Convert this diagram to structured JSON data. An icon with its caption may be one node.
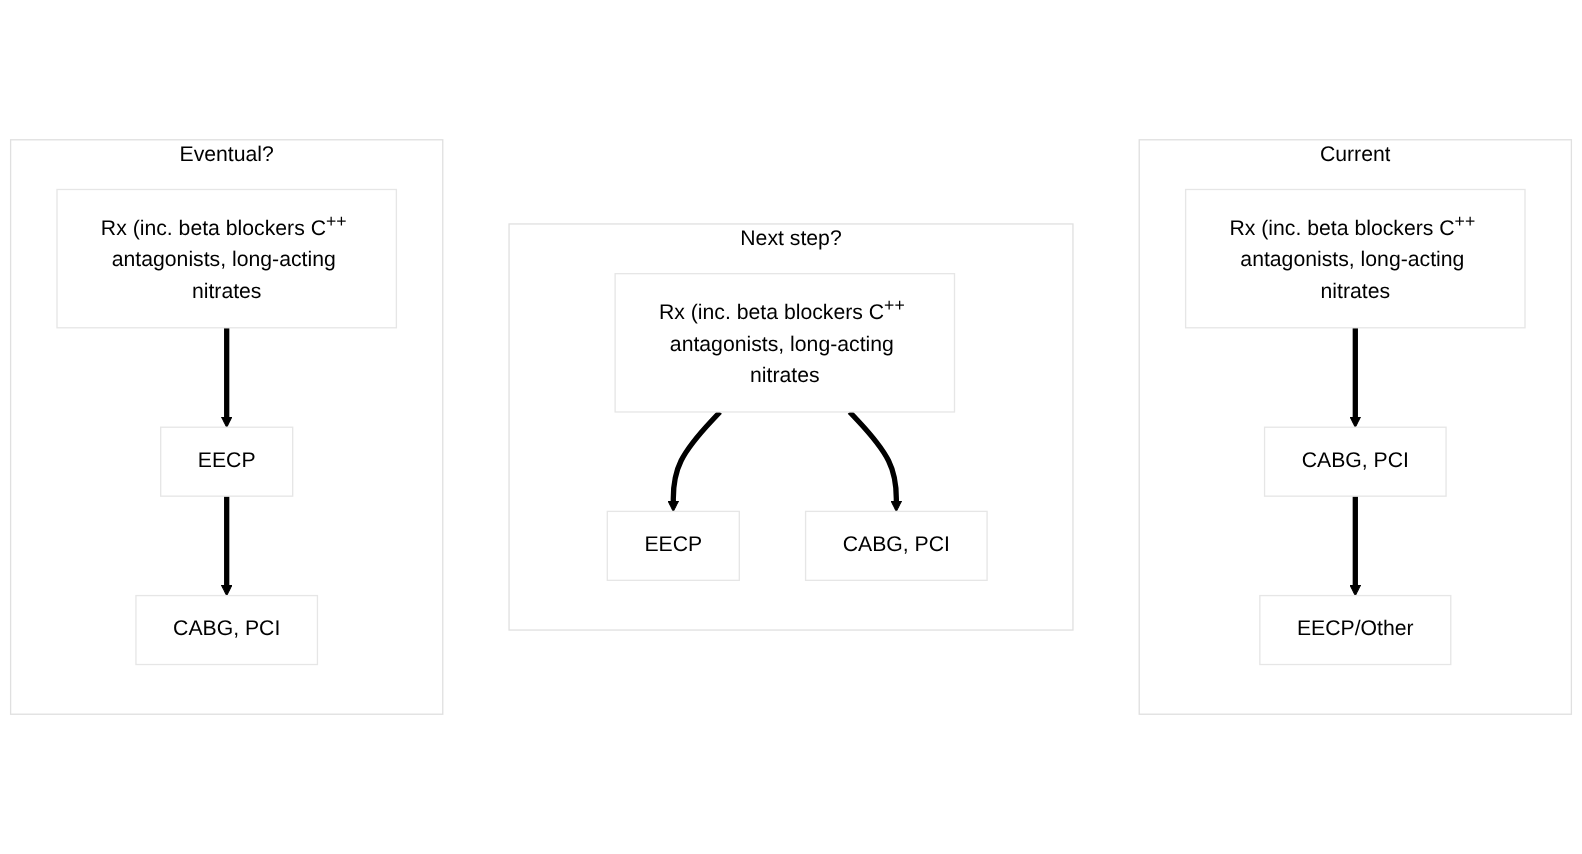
{
  "diagram": {
    "nodes": [
      {
        "text": [
          "Current"
        ]
      },
      {
        "text": [
          "Rx (inc. beta blockers C$^{++}$ antagonists, long-acting nitrates"
        ],
        "in": 0
      },
      {
        "text": [
          "CABG, PCI"
        ],
        "in": 0
      },
      {
        "text": [
          "EECP/Other"
        ],
        "in": 0
      },
      {
        "text": [
          "Next step?"
        ]
      },
      {
        "text": [
          "Rx (inc. beta blockers C$^{++}$ antagonists, long-acting nitrates"
        ],
        "in": 4
      },
      {
        "text": [
          "EECP"
        ],
        "in": 4
      },
      {
        "text": [
          "CABG, PCI"
        ],
        "in": 4
      },
      {
        "text": [
          "Eventual?"
        ]
      },
      {
        "text": [
          "Rx (inc. beta blockers C$^{++}$ antagonists, long-acting nitrates"
        ],
        "in": 8
      },
      {
        "text": [
          "EECP"
        ],
        "in": 8
      },
      {
        "text": [
          "CABG, PCI"
        ],
        "in": 8
      }
    ],
    "edges": [
      {
        "from": 1,
        "to": 2,
        "arrow": "to"
      },
      {
        "from": 2,
        "to": 3,
        "arrow": "to"
      },
      {
        "from": 5,
        "to": 6,
        "arrow": "to"
      },
      {
        "from": 5,
        "to": 7,
        "arrow": "to"
      },
      {
        "from": 9,
        "to": 10,
        "arrow": "to"
      },
      {
        "from": 10,
        "to": 11,
        "arrow": "to"
      }
    ]
  }
}
